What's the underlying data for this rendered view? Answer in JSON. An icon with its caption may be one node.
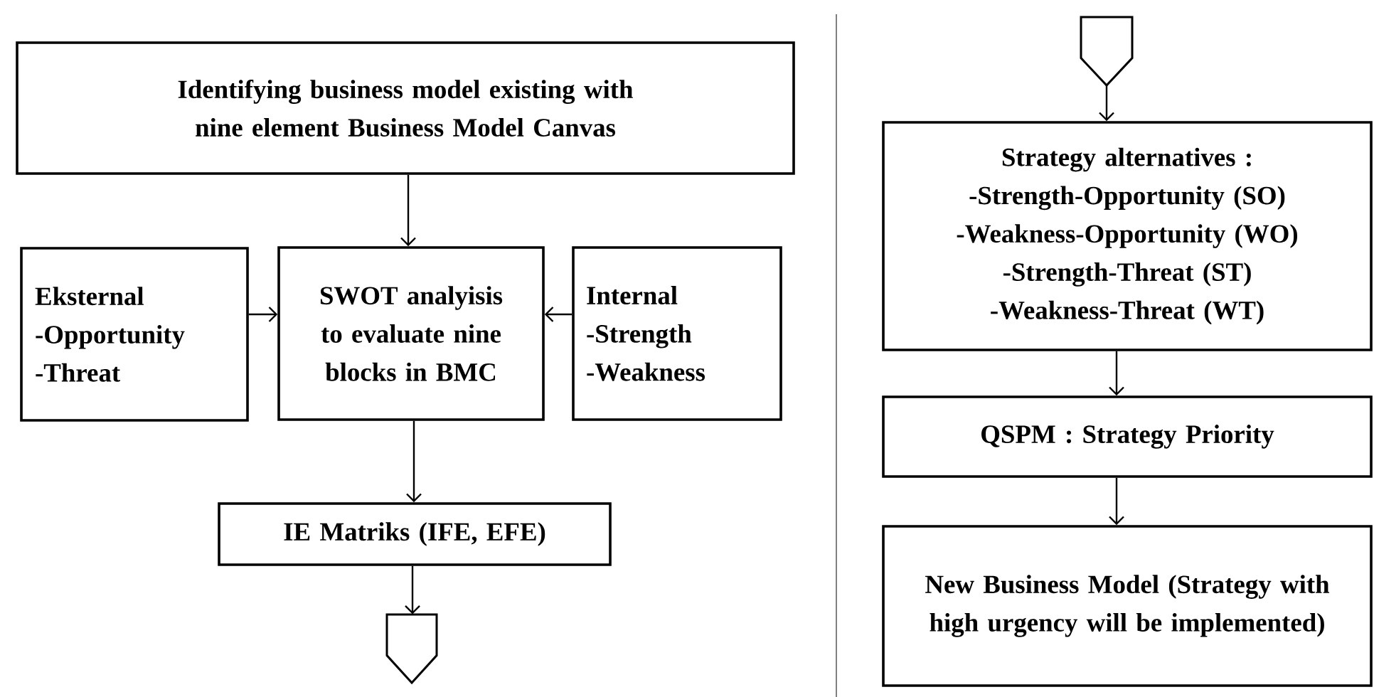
{
  "diagram": {
    "nodes": [
      {
        "text": [
          "Identifying business model existing with nine element Business Model Canvas"
        ]
      },
      {
        "text": [
          "Eksternal",
          "-Opportunity",
          "-Threat"
        ]
      },
      {
        "text": [
          "SWOT analyisis to evaluate nine blocks in BMC"
        ]
      },
      {
        "text": [
          "Internal",
          "-Strength",
          "-Weakness"
        ]
      },
      {
        "text": [
          "IE Matriks (IFE, EFE)"
        ]
      },
      {
        "text": [],
        "shape": "pentagon"
      },
      {
        "text": [],
        "shape": "pentagon"
      },
      {
        "text": [
          "Strategy alternatives :",
          "-Strength-Opportunity (SO)",
          "-Weakness-Opportunity (WO)",
          "-Strength-Threat (ST)",
          "-Weakness-Threat (WT)"
        ]
      },
      {
        "text": [
          "QSPM : Strategy Priority"
        ]
      },
      {
        "text": [
          "New Business Model (Strategy with high urgency will be implemented)"
        ]
      }
    ],
    "edges": [
      {
        "from": 0,
        "to": 2,
        "arrow": "to"
      },
      {
        "from": 1,
        "to": 2,
        "arrow": "to"
      },
      {
        "from": 3,
        "to": 2,
        "arrow": "to"
      },
      {
        "from": 2,
        "to": 4,
        "arrow": "to"
      },
      {
        "from": 4,
        "to": 5,
        "arrow": "to"
      },
      {
        "from": 6,
        "to": 7,
        "arrow": "to"
      },
      {
        "from": 7,
        "to": 8,
        "arrow": "to"
      },
      {
        "from": 8,
        "to": 9,
        "arrow": "to"
      }
    ]
  }
}
